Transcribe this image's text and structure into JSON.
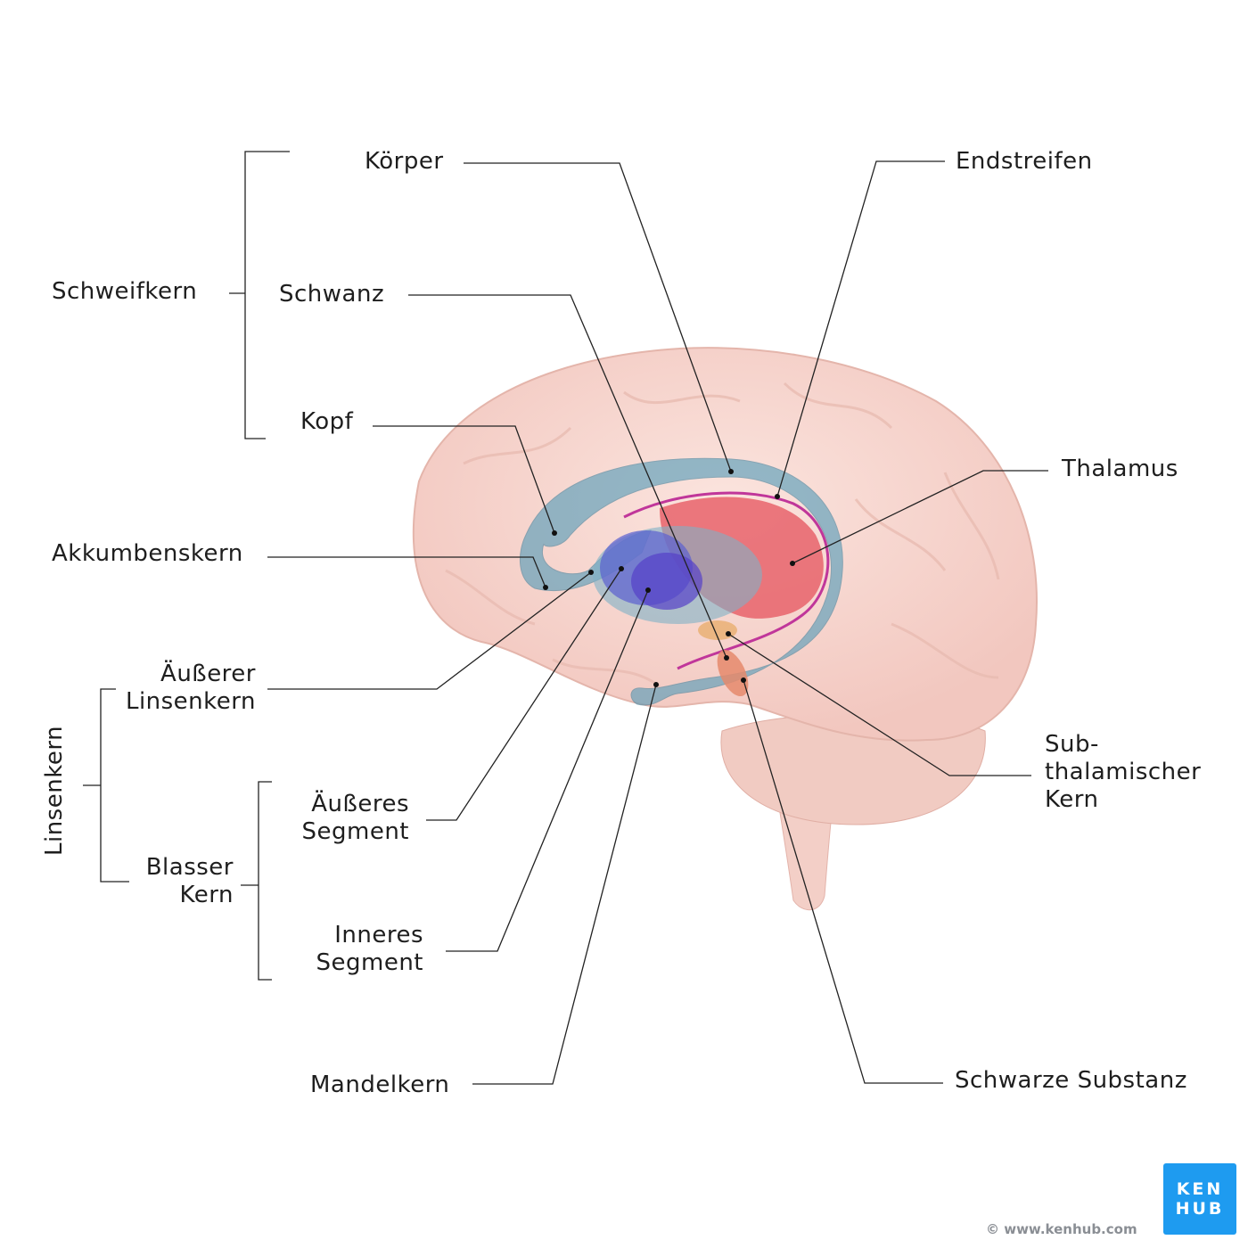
{
  "labels": {
    "koerper": "Körper",
    "schwanz": "Schwanz",
    "kopf": "Kopf",
    "schweifkern": "Schweifkern",
    "endstreifen": "Endstreifen",
    "thalamus": "Thalamus",
    "akkumbenskern": "Akkumbenskern",
    "aeusserer_linsenkern_1": "Äußerer",
    "aeusserer_linsenkern_2": "Linsenkern",
    "linsenkern": "Linsenkern",
    "blasser_kern_1": "Blasser",
    "blasser_kern_2": "Kern",
    "aeusseres_segment_1": "Äußeres",
    "aeusseres_segment_2": "Segment",
    "inneres_segment_1": "Inneres",
    "inneres_segment_2": "Segment",
    "mandelkern": "Mandelkern",
    "subthalamisch_1": "Sub-",
    "subthalamisch_2": "thalamischer",
    "subthalamisch_3": "Kern",
    "schwarze_substanz": "Schwarze Substanz"
  },
  "logo": {
    "line1": "KEN",
    "line2": "HUB"
  },
  "copyright": "© www.kenhub.com",
  "colors": {
    "brain": "#f6d3cc",
    "caudate": "#4f9ab8",
    "putamen_globus": "#5b5fd0",
    "thalamus": "#e8636b",
    "logo": "#1e9bf0"
  }
}
